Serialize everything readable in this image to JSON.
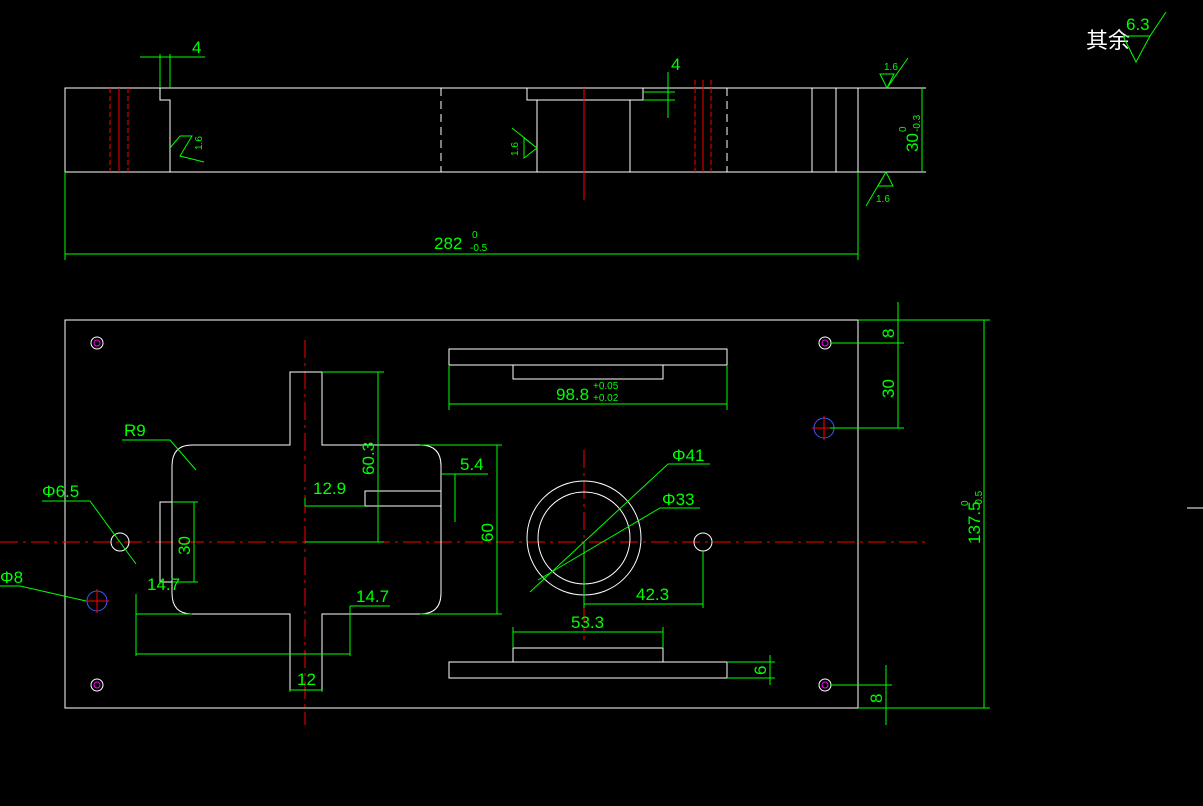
{
  "dimensions": {
    "top_width_4": "4",
    "top_slot_4": "4",
    "thickness": "30",
    "thickness_tol_upper": "0",
    "thickness_tol_lower": "-0.3",
    "length": "282",
    "length_tol_upper": "0",
    "length_tol_lower": "-0.5",
    "slot_width": "98.8",
    "slot_tol_upper": "+0.05",
    "slot_tol_lower": "+0.02",
    "radius": "R9",
    "hole_small": "Φ6.5",
    "hole_pin": "Φ8",
    "dim_60_3": "60.3",
    "dim_5_4": "5.4",
    "dim_12_9": "12.9",
    "dim_30_left": "30",
    "dim_60": "60",
    "dim_14_7_a": "14.7",
    "dim_14_7_b": "14.7",
    "dim_12": "12",
    "bore_large": "Φ41",
    "bore_small": "Φ33",
    "dim_42_3": "42.3",
    "dim_53_3": "53.3",
    "dim_6": "6",
    "dim_8_top": "8",
    "dim_30_right": "30",
    "dim_8_bottom": "8",
    "height": "137.5",
    "height_tol_upper": "0",
    "height_tol_lower": "-0.5"
  },
  "roughness": {
    "general_label": "其余",
    "general_value": "6.3",
    "ra_1": "1.6",
    "ra_2": "1.6",
    "ra_3": "1.6",
    "ra_4": "1.6"
  }
}
